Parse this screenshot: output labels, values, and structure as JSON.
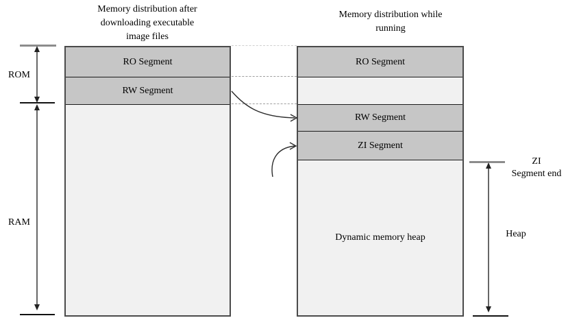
{
  "diagram": {
    "left": {
      "title": "Memory distribution after\ndownloading executable\nimage files",
      "segments": [
        {
          "label": "RO Segment"
        },
        {
          "label": "RW Segment"
        },
        {
          "label": ""
        }
      ]
    },
    "right": {
      "title": "Memory distribution while\nrunning",
      "segments": [
        {
          "label": "RO Segment"
        },
        {
          "label": ""
        },
        {
          "label": "RW Segment"
        },
        {
          "label": "ZI Segment"
        },
        {
          "label": "Dynamic memory heap"
        }
      ]
    },
    "annotations": {
      "rom": "ROM",
      "ram": "RAM",
      "zi_segment_end": "ZI\nSegment end",
      "heap": "Heap"
    },
    "colors": {
      "segment_fill": "#c6c6c6",
      "light_fill": "#f1f1f1",
      "column_border": "#4a4a4a",
      "segment_divider": "#1a1a1a",
      "bracket_gray_line": "#8c8c8c",
      "bracket_black_line": "#111111",
      "arrow": "#333333",
      "dashed_connector": "#9e9e9e"
    }
  }
}
